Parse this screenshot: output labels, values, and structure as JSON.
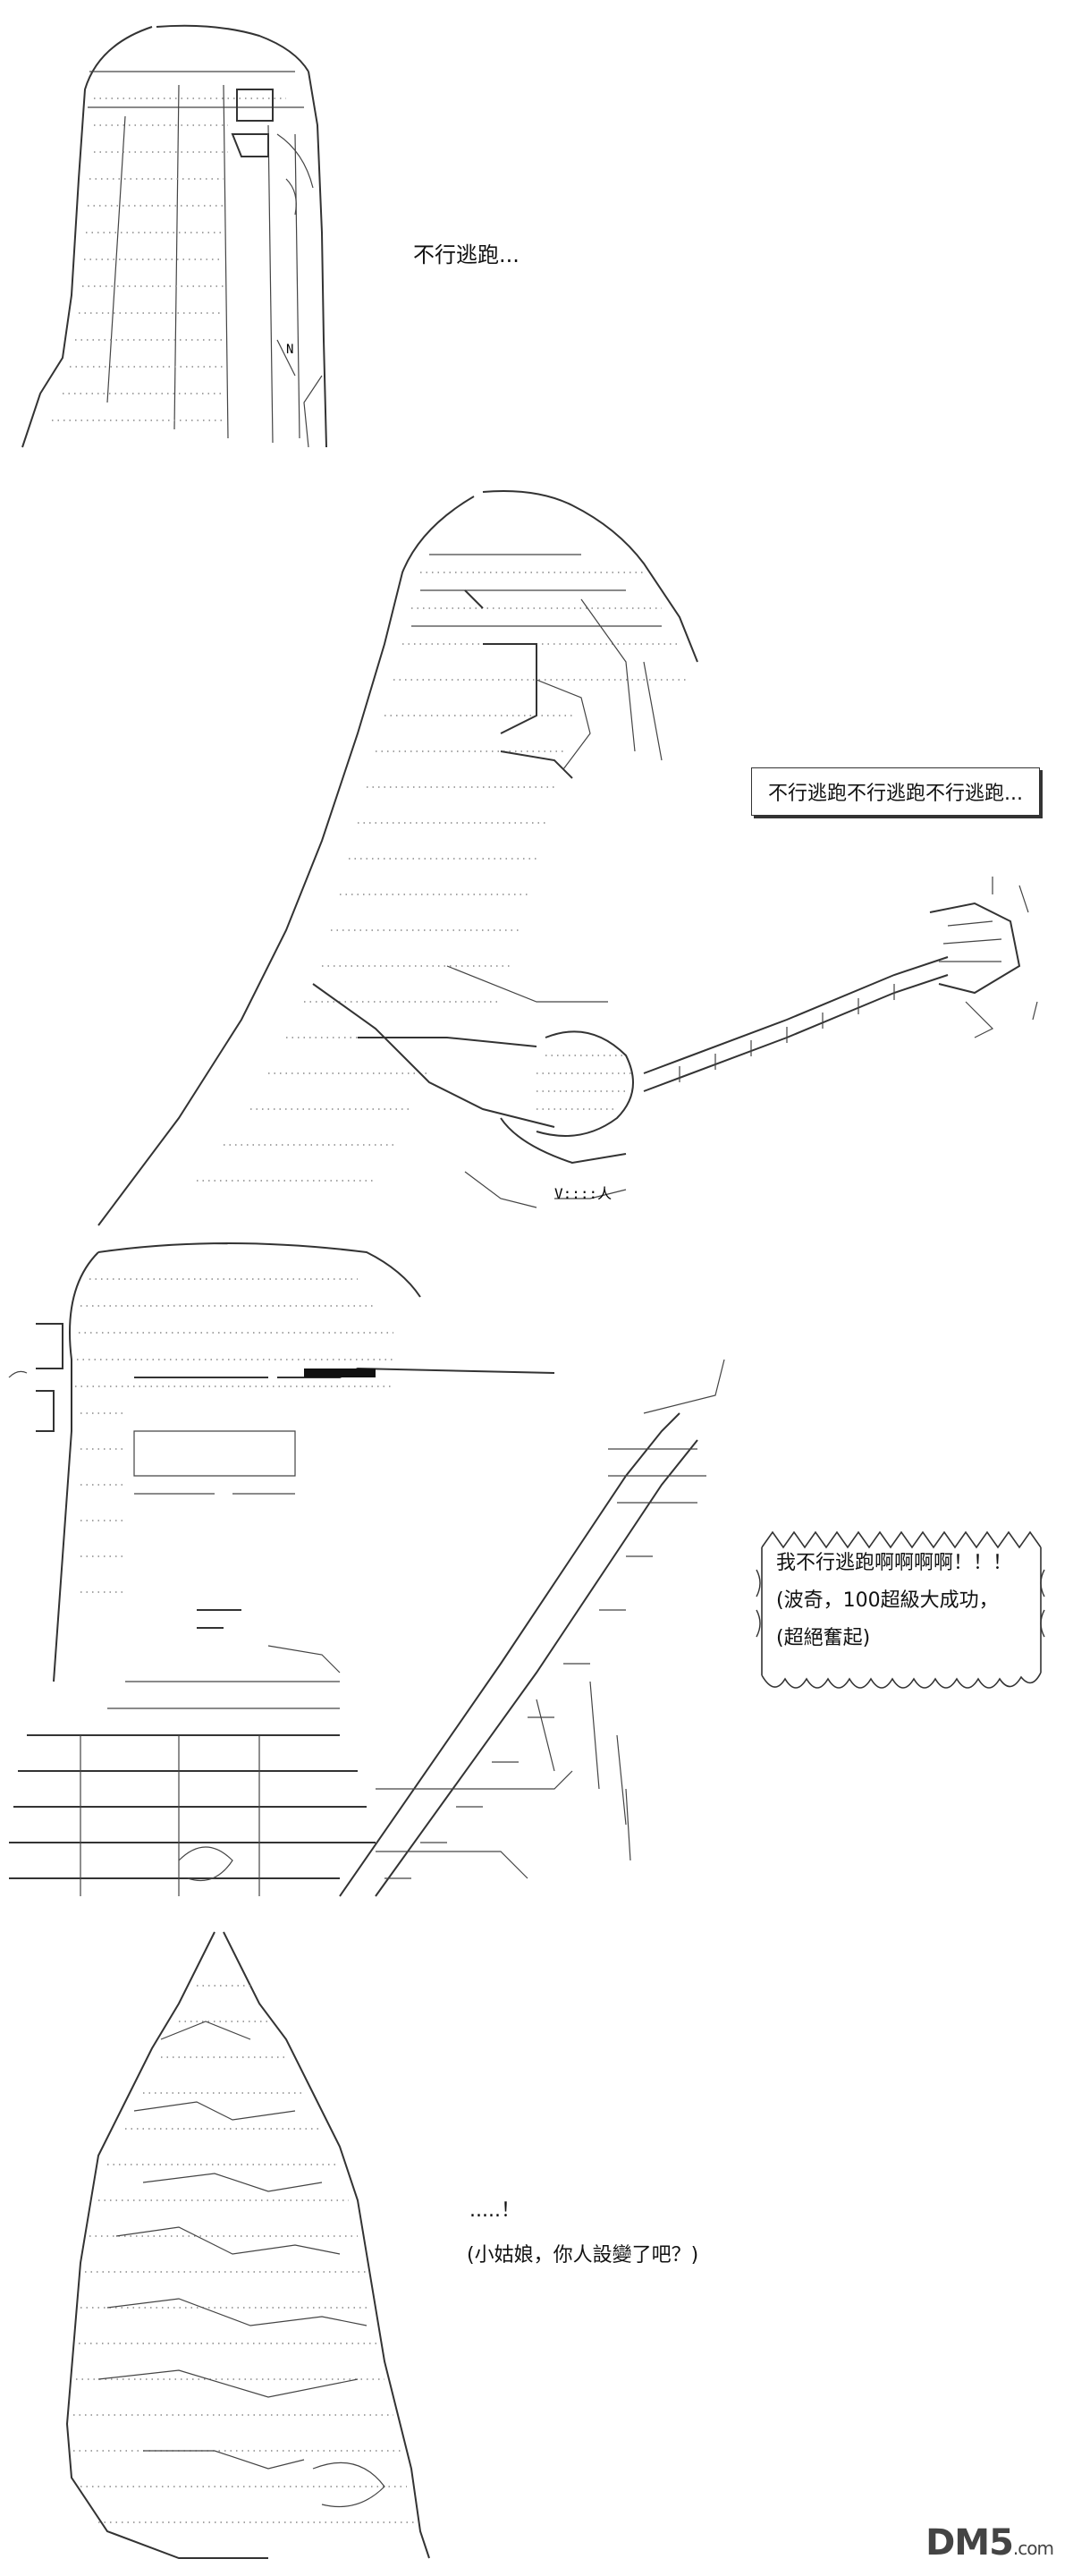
{
  "panels": {
    "p1": {
      "caption": "不行逃跑..."
    },
    "p2": {
      "caption": "不行逃跑不行逃跑不行逃跑..."
    },
    "p3": {
      "line1": "我不行逃跑啊啊啊啊！！！",
      "line2": "(波奇，100超級大成功，",
      "line3": "(超絕奮起)"
    },
    "p4": {
      "line1": ".....！",
      "line2": "(小姑娘，你人設變了吧？)"
    }
  },
  "watermark": {
    "brand": "DM5",
    "suffix": ".com"
  },
  "icons": [
    "aa-girl-figure",
    "aa-guitar",
    "aa-crowd"
  ]
}
